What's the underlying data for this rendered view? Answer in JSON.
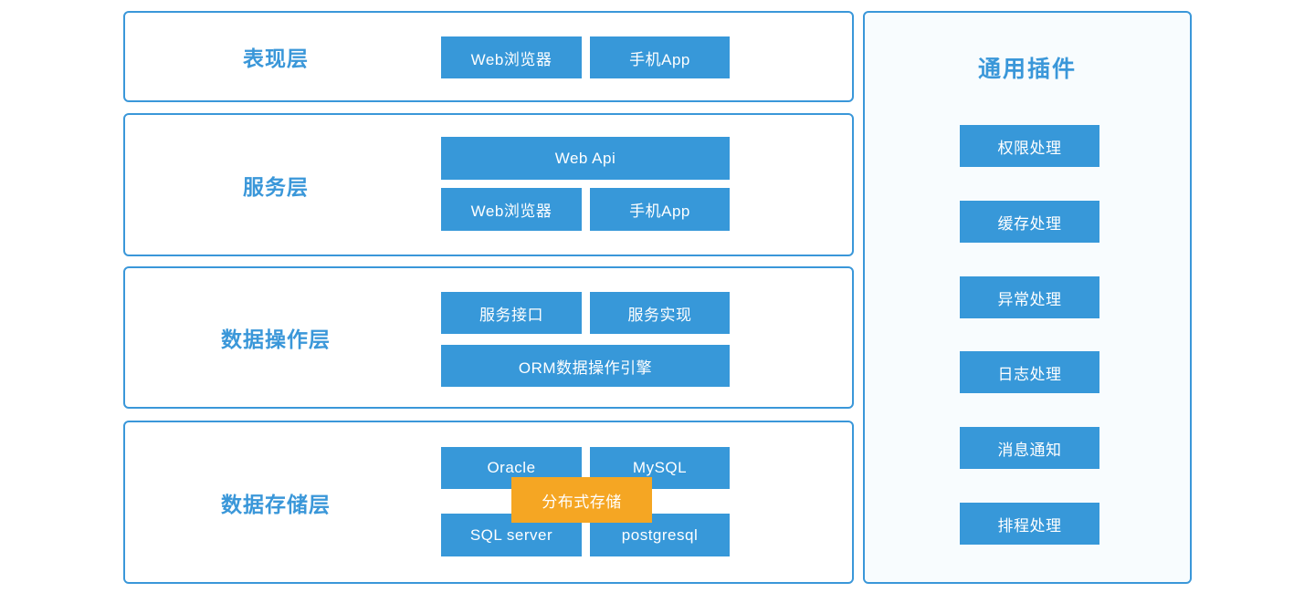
{
  "colors": {
    "node_blue": "#3798d9",
    "border_blue": "#3a97d9",
    "label_blue": "#3a97d9",
    "overlay_orange": "#f5a623",
    "plugin_panel_bg": "#f8fcfe",
    "node_text": "#ffffff"
  },
  "layers": [
    {
      "label": "表现层",
      "rows": [
        {
          "cells": [
            "Web浏览器",
            "手机App"
          ]
        }
      ]
    },
    {
      "label": "服务层",
      "rows": [
        {
          "cells": [
            "Web Api"
          ]
        },
        {
          "cells": [
            "Web浏览器",
            "手机App"
          ]
        }
      ]
    },
    {
      "label": "数据操作层",
      "rows": [
        {
          "cells": [
            "服务接口",
            "服务实现"
          ]
        },
        {
          "cells": [
            "ORM数据操作引擎"
          ]
        }
      ]
    },
    {
      "label": "数据存储层",
      "rows": [
        {
          "cells": [
            "Oracle",
            "MySQL"
          ]
        },
        {
          "cells": [
            "SQL server",
            "postgresql"
          ]
        }
      ],
      "overlay": "分布式存储"
    }
  ],
  "plugins": {
    "title": "通用插件",
    "items": [
      "权限处理",
      "缓存处理",
      "异常处理",
      "日志处理",
      "消息通知",
      "排程处理"
    ]
  }
}
